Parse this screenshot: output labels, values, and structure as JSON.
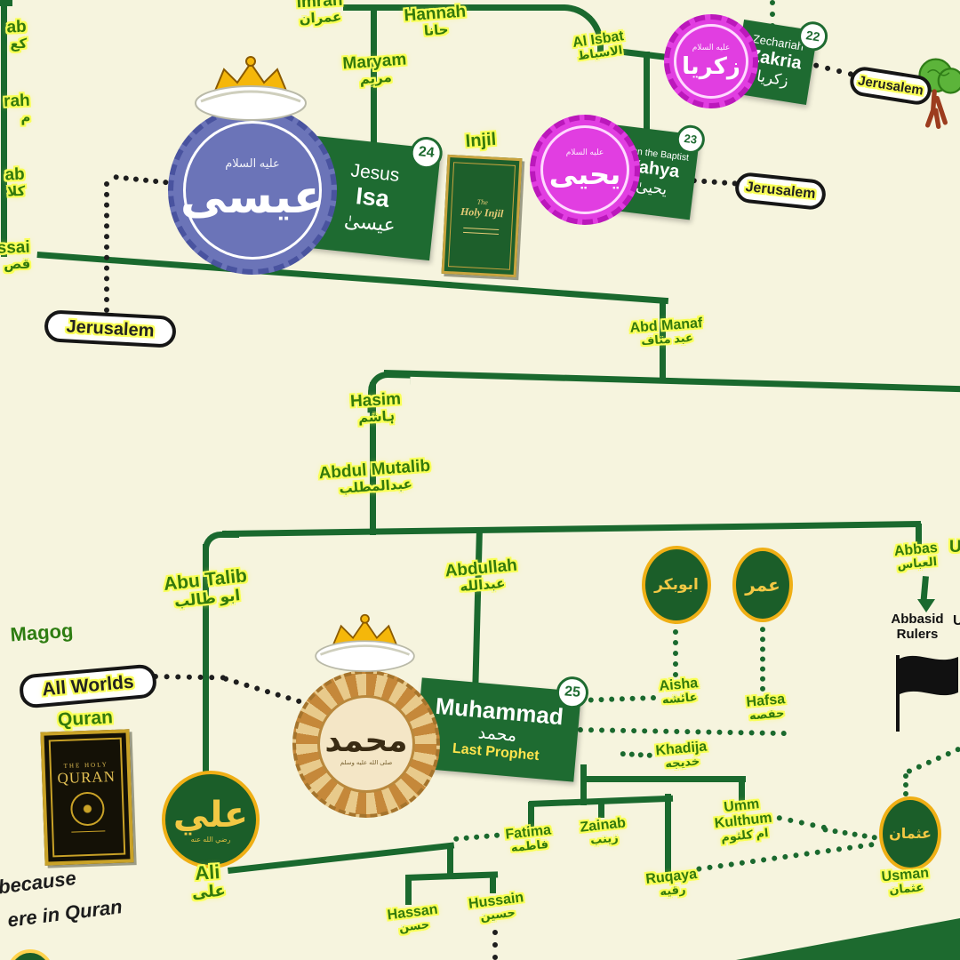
{
  "palette": {
    "background": "#f6f4de",
    "line_green": "#1a692e",
    "plaque_green": "#1e6b31",
    "label_green": "#33790c",
    "glow_yellow": "#f9ff56",
    "magenta": "#e13ee1",
    "blue": "#6b74b8",
    "gold": "#efaf15",
    "black": "#161616"
  },
  "labels": {
    "kab": {
      "en": "ab",
      "ar": "كع"
    },
    "murrah": {
      "en": "rah",
      "ar": "م"
    },
    "kilab": {
      "en": "ab",
      "ar": "كلا"
    },
    "qussai": {
      "en": "ssai",
      "ar": "قص"
    },
    "imran": {
      "en": "Imran",
      "ar": "عمران"
    },
    "hannah": {
      "en": "Hannah",
      "ar": "حانا"
    },
    "maryam": {
      "en": "Maryam",
      "ar": "مريم"
    },
    "al_isbat": {
      "en": "Al Isbat",
      "ar": "الاسباط"
    },
    "injil": {
      "en": "Injil"
    },
    "abd_manaf": {
      "en": "Abd Manaf",
      "ar": "عبد مناف"
    },
    "hasim": {
      "en": "Hasim",
      "ar": "ہاشم"
    },
    "abdul_mutalib": {
      "en": "Abdul Mutalib",
      "ar": "عبدالمطلب"
    },
    "abu_talib": {
      "en": "Abu Talib",
      "ar": "ابو طالب"
    },
    "abdullah": {
      "en": "Abdullah",
      "ar": "عبدالله"
    },
    "abbas": {
      "en": "Abbas",
      "ar": "العباس"
    },
    "aisha": {
      "en": "Aisha",
      "ar": "عائشه"
    },
    "hafsa": {
      "en": "Hafsa",
      "ar": "حفصه"
    },
    "khadija": {
      "en": "Khadija",
      "ar": "خديجه"
    },
    "fatima": {
      "en": "Fatima",
      "ar": "فاطمه"
    },
    "zainab": {
      "en": "Zainab",
      "ar": "زينب"
    },
    "umm_kulthum": {
      "en1": "Umm",
      "en2": "Kulthum",
      "ar": "ام كلثوم"
    },
    "ruqaya": {
      "en": "Ruqaya",
      "ar": "رقيه"
    },
    "hassan": {
      "en": "Hassan",
      "ar": "حسن"
    },
    "hussain": {
      "en": "Hussain",
      "ar": "حسين"
    },
    "ali": {
      "en": "Ali",
      "ar": "على"
    },
    "usman": {
      "en": "Usman",
      "ar": "عثمان"
    },
    "quran": {
      "en": "Quran"
    },
    "magog": {
      "en": "Magog"
    },
    "abbasid": {
      "line1": "Abbasid",
      "line2": "Rulers"
    },
    "partial_right_top": {
      "en": "U"
    },
    "partial_right_bottom": {
      "en": "U"
    },
    "note_line1": "because",
    "note_line2": "ere in Quran"
  },
  "plaques": {
    "zakria": {
      "title": "Zechariah",
      "name": "Zakria",
      "ar": "زكريا",
      "number": "22"
    },
    "yahya": {
      "title": "John the Baptist",
      "name": "Yahya",
      "ar": "يحيىٰ",
      "number": "23"
    },
    "jesus": {
      "title": "Jesus",
      "name": "Isa",
      "ar": "عيسىٰ",
      "number": "24"
    },
    "muhammad": {
      "name": "Muhammad",
      "ar": "محمد",
      "subtitle": "Last Prophet",
      "number": "25"
    }
  },
  "pills": {
    "jerusalem1": "Jerusalem",
    "jerusalem2": "Jerusalem",
    "jerusalem3": "Jerusalem",
    "all_worlds": "All Worlds"
  },
  "medallions": {
    "zakria": {
      "big": "زكريا",
      "small": "عليه السلام"
    },
    "yahya": {
      "big": "يحيى",
      "small": "عليه السلام"
    },
    "jesus": {
      "big": "عيسى",
      "small": "عليه السلام"
    },
    "muhammad": {
      "big": "محمد",
      "small": "صلى الله عليه وسلم"
    },
    "ali": {
      "big": "علي",
      "small": "رضي الله عنه"
    },
    "abu_bakr": {
      "big": "ابوبكر"
    },
    "umar": {
      "big": "عمر"
    },
    "usman": {
      "big": "عثمان"
    }
  },
  "books": {
    "injil": {
      "line1": "The",
      "line2": "Holy Injil"
    },
    "quran": {
      "line1": "THE HOLY",
      "line2": "QURAN"
    }
  }
}
